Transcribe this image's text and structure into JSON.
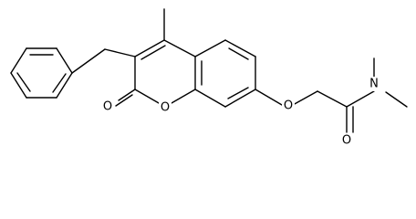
{
  "diagram": {
    "type": "chemical-structure",
    "atoms": {
      "carbonyl_o_ring": "O",
      "ring_o": "O",
      "ether_o": "O",
      "amide_o": "O",
      "amide_n": "N"
    },
    "colors": {
      "bond": "#000000",
      "label": "#000000",
      "background": "#ffffff"
    }
  }
}
